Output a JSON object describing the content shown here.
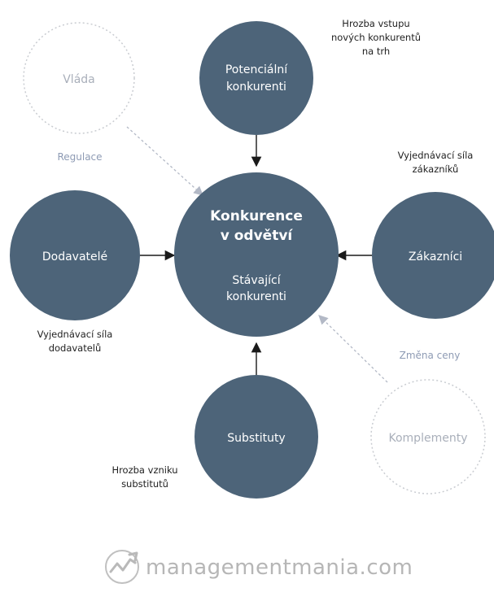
{
  "colors": {
    "node_fill": "#4d6479",
    "ghost_stroke": "#c9ccd1",
    "arrow": "#1a1a1a",
    "ghost_arrow": "#b3b9c6"
  },
  "nodes": {
    "center": {
      "line1": "Konkurence",
      "line2": "v odvětví",
      "line3": "Stávající",
      "line4": "konkurenti"
    },
    "top": {
      "line1": "Potenciální",
      "line2": "konkurenti"
    },
    "left": {
      "label": "Dodavatelé"
    },
    "right": {
      "label": "Zákazníci"
    },
    "bottom": {
      "label": "Substituty"
    },
    "ghost_government": {
      "label": "Vláda"
    },
    "ghost_complements": {
      "label": "Komplementy"
    }
  },
  "annotations": {
    "top_threat": [
      "Hrozba vstupu",
      "nových konkurentů",
      "na trh"
    ],
    "customer_power": [
      "Vyjednávací síla",
      "zákazníků"
    ],
    "supplier_power": [
      "Vyjednávací síla",
      "dodavatelů"
    ],
    "substitute_threat": [
      "Hrozba vzniku",
      "substitutů"
    ],
    "regulation": "Regulace",
    "price_change": "Změna ceny"
  },
  "brand": {
    "text": "managementmania.com",
    "logo_icon": "growth-chart-logo-icon"
  }
}
